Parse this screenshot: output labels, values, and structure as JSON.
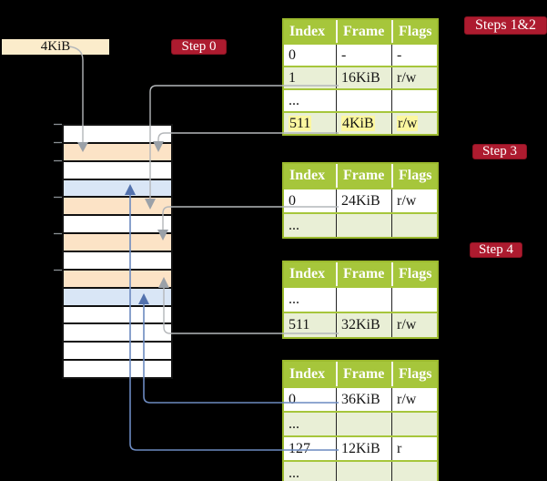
{
  "legend": {
    "frame_box_label": "4KiB"
  },
  "badges": {
    "steps12": "Steps 1&2",
    "step0": "Step 0",
    "step3": "Step 3",
    "step4": "Step 4"
  },
  "tables": [
    {
      "headers": [
        "Index",
        "Frame",
        "Flags"
      ],
      "rows": [
        {
          "index": "0",
          "frame": "-",
          "flags": "-"
        },
        {
          "index": "1",
          "frame": "16KiB",
          "flags": "r/w"
        },
        {
          "index": "...",
          "frame": "",
          "flags": ""
        },
        {
          "index": "511",
          "frame": "4KiB",
          "flags": "r/w"
        }
      ]
    },
    {
      "headers": [
        "Index",
        "Frame",
        "Flags"
      ],
      "rows": [
        {
          "index": "0",
          "frame": "24KiB",
          "flags": "r/w"
        },
        {
          "index": "...",
          "frame": "",
          "flags": ""
        }
      ]
    },
    {
      "headers": [
        "Index",
        "Frame",
        "Flags"
      ],
      "rows": [
        {
          "index": "...",
          "frame": "",
          "flags": ""
        },
        {
          "index": "511",
          "frame": "32KiB",
          "flags": "r/w"
        }
      ]
    },
    {
      "headers": [
        "Index",
        "Frame",
        "Flags"
      ],
      "rows": [
        {
          "index": "0",
          "frame": "36KiB",
          "flags": "r/w"
        },
        {
          "index": "...",
          "frame": "",
          "flags": ""
        },
        {
          "index": "127",
          "frame": "12KiB",
          "flags": "r"
        },
        {
          "index": "...",
          "frame": "",
          "flags": ""
        }
      ]
    }
  ],
  "memory_column": {
    "row_kinds": [
      "plain",
      "pagetable",
      "plain",
      "data",
      "pagetable",
      "plain",
      "pagetable",
      "plain",
      "pagetable",
      "data",
      "plain",
      "plain",
      "plain",
      "plain"
    ]
  },
  "connections": [
    {
      "from": "frame-size-box",
      "to": "memory.row.1",
      "color": "gray"
    },
    {
      "from": "tables.0.rows.3",
      "to": "memory.row.1",
      "color": "gray"
    },
    {
      "from": "tables.0.rows.1",
      "to": "memory.row.4",
      "color": "gray"
    },
    {
      "from": "tables.1.rows.0",
      "to": "memory.row.6",
      "color": "gray"
    },
    {
      "from": "tables.2.rows.1",
      "to": "memory.row.8",
      "color": "gray"
    },
    {
      "from": "tables.3.rows.0",
      "to": "memory.row.9",
      "color": "blue"
    },
    {
      "from": "tables.3.rows.2",
      "to": "memory.row.3",
      "color": "blue"
    }
  ],
  "colors": {
    "header_green": "#a6c63b",
    "row_green": "#e9efd6",
    "highlight_yellow": "#fcf7a0",
    "badge_crimson": "#ad1b2f",
    "frame_box_cream": "#fbeccb",
    "pagetable_peach": "#fce3c6",
    "data_blue": "#d9e6f6",
    "gray_arrow": "#9ba1a8",
    "blue_arrow": "#5272ae"
  }
}
